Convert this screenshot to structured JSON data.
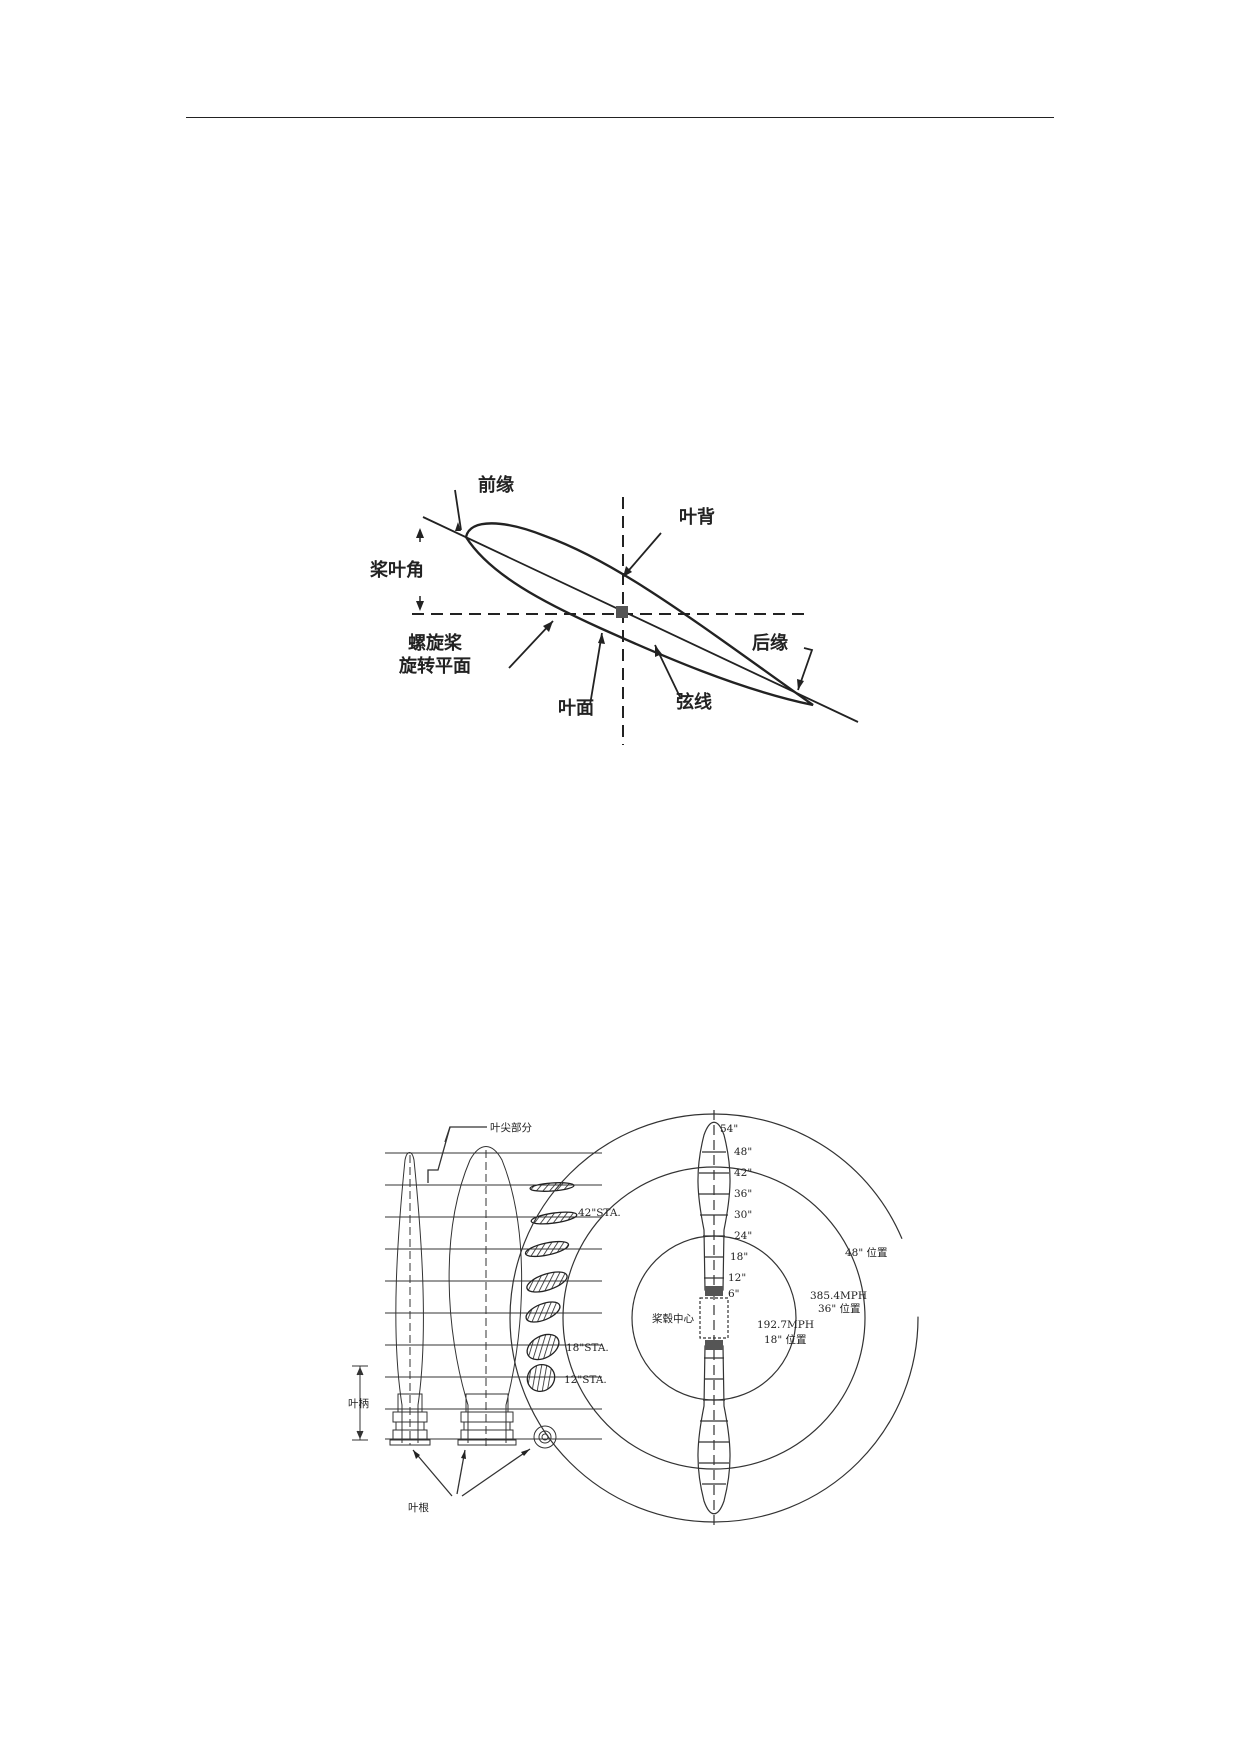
{
  "figure1": {
    "labels": {
      "leading_edge": "前缘",
      "blade_back": "叶背",
      "blade_angle": "桨叶角",
      "plane_line1": "螺旋桨",
      "plane_line2": "旋转平面",
      "trailing_edge": "后缘",
      "blade_face": "叶面",
      "chord_line": "弦线"
    }
  },
  "figure2": {
    "left": {
      "tip_section": "叶尖部分",
      "sta42": "42\"STA.",
      "sta18": "18\"STA.",
      "sta12": "12\"STA.",
      "shank": "叶柄",
      "root": "叶根"
    },
    "right": {
      "stations": [
        "54\"",
        "48\"",
        "42\"",
        "36\"",
        "30\"",
        "24\"",
        "18\"",
        "12\"",
        "6\""
      ],
      "hub_center": "桨毂中心",
      "pos48": "48\" 位置",
      "speed36": "385.4MPH",
      "pos36": "36\" 位置",
      "speed18": "192.7MPH",
      "pos18": "18\" 位置"
    }
  }
}
